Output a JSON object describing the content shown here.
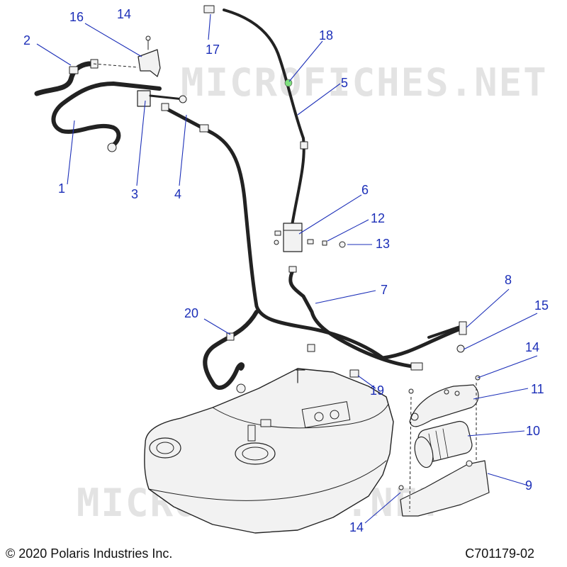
{
  "watermark": "MICROFICHES.NET",
  "footer": {
    "copyright": "© 2020 Polaris Industries Inc.",
    "drawing_number": "C701179-02"
  },
  "callouts": {
    "c1": "1",
    "c2": "2",
    "c3": "3",
    "c4": "4",
    "c5": "5",
    "c6": "6",
    "c7": "7",
    "c8": "8",
    "c9": "9",
    "c10": "10",
    "c11": "11",
    "c12": "12",
    "c13": "13",
    "c14a": "14",
    "c14b": "14",
    "c14c": "14",
    "c15": "15",
    "c16": "16",
    "c17": "17",
    "c18": "18",
    "c19": "19",
    "c20": "20"
  },
  "colors": {
    "callout": "#1c2fb8",
    "line_art": "#222222",
    "watermark": "#e3e3e3",
    "highlight": "#7ee07e"
  }
}
